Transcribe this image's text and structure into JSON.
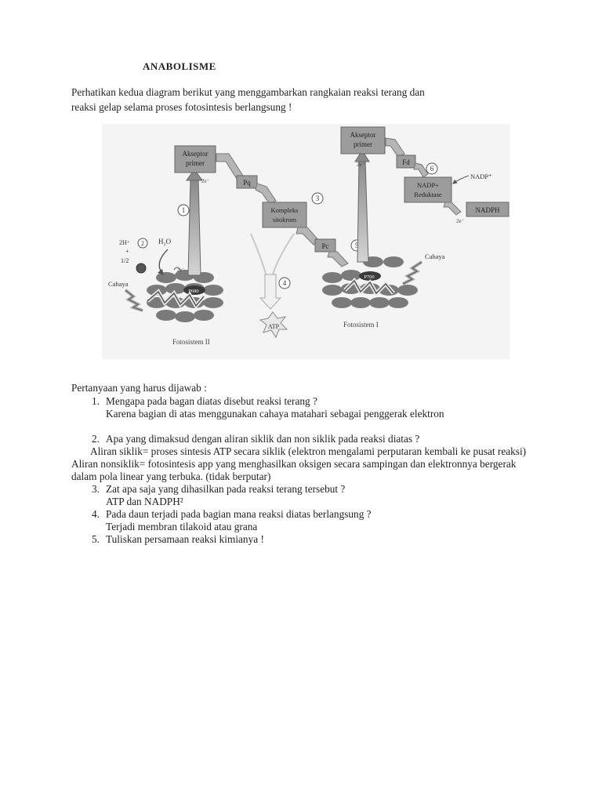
{
  "title": "ANABOLISME",
  "intro": [
    "Perhatikan kedua diagram berikut yang menggambarkan rangkaian reaksi terang dan",
    "reaksi gelap selama proses fotosintesis berlangsung !"
  ],
  "diagram": {
    "akseptor_primer": "Akseptor primer",
    "akseptor_primer_lines": [
      "Akseptor",
      "primer"
    ],
    "pq": "Pq",
    "kompleks_sitokrom_lines": [
      "Kompleks",
      "sitokrom"
    ],
    "pc": "Pc",
    "fd": "Fd",
    "nadp_reduktase_lines": [
      "NADP+",
      "Reduktase"
    ],
    "nadp_plus": "NADP⁺",
    "nadph": "NADPH",
    "atp": "ATP",
    "p680": "P680",
    "p700": "P700",
    "fotosistem_ii": "Fotosistem II",
    "fotosistem_i": "Fotosistem I",
    "cahaya": "Cahaya",
    "h2o": "H₂O",
    "hydrogen_ions": "2H⁺",
    "plus": "+",
    "half": "1/2",
    "electron_2e": "2e⁻",
    "step_numbers": [
      "1",
      "2",
      "3",
      "4",
      "5",
      "6"
    ]
  },
  "questions_heading": "Pertanyaan yang harus dijawab :",
  "questions": [
    {
      "num": "1.",
      "question": "Mengapa pada bagan diatas disebut reaksi terang ?",
      "answer": "Karena bagian di atas menggunakan cahaya matahari sebagai penggerak elektron"
    },
    {
      "num": "2.",
      "question": "Apa yang dimaksud dengan aliran siklik dan non siklik pada reaksi diatas ?",
      "answer_lines": [
        " Aliran siklik= proses sintesis ATP secara siklik  (elektron mengalami perputaran kembali ke pusat reaksi)",
        "Aliran nonsiklik= fotosintesis app yang menghasilkan oksigen secara sampingan dan elektronnya bergerak",
        "dalam pola linear yang terbuka. (tidak berputar)"
      ]
    },
    {
      "num": "3.",
      "question": "Zat apa saja yang dihasilkan pada reaksi terang tersebut ?",
      "answer": "ATP dan NADPH²"
    },
    {
      "num": "4.",
      "question": "Pada daun terjadi pada bagian mana reaksi diatas berlangsung ?",
      "answer": "Terjadi membran tilakoid atau grana"
    },
    {
      "num": "5.",
      "question": "Tuliskan persamaan reaksi kimianya !"
    }
  ]
}
